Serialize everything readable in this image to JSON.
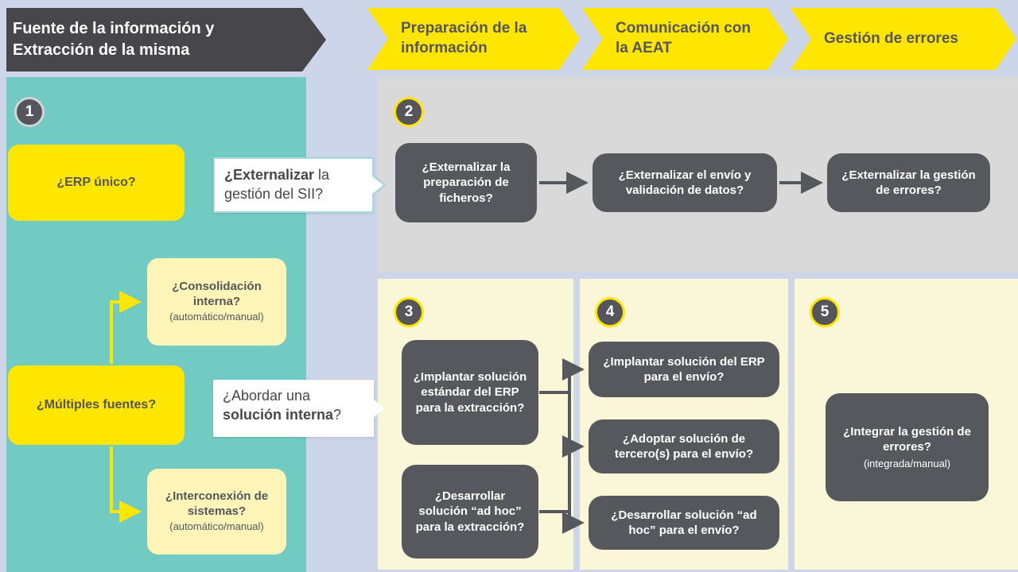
{
  "header": {
    "source_banner": {
      "line1": "Fuente de la información y",
      "line2": "Extracción de la misma"
    },
    "steps": [
      "Preparación de la información",
      "Comunicación con la AEAT",
      "Gestión de errores"
    ]
  },
  "source_panel": {
    "badge": "1",
    "erp_box": "¿ERP único?",
    "consolidation_box": {
      "title": "¿Consolidación interna?",
      "note": "(automático/manual)"
    },
    "multiple_sources_box": "¿Múltiples fuentes?",
    "interconnection_box": {
      "title": "¿Interconexión de sistemas?",
      "note": "(automático/manual)"
    }
  },
  "callouts": {
    "externalize": {
      "bold": "¿Externalizar",
      "rest": " la gestión del SII?"
    },
    "internal": {
      "pre": "¿Abordar una ",
      "bold": "solución interna",
      "post": "?"
    }
  },
  "outsourcing_panel": {
    "badge": "2",
    "boxes": [
      "¿Externalizar la preparación de ficheros?",
      "¿Externalizar el envío y validación de datos?",
      "¿Externalizar la gestión de errores?"
    ]
  },
  "extraction_panel": {
    "badge": "3",
    "boxes": [
      "¿Implantar solución estándar del ERP para la extracción?",
      "¿Desarrollar solución “ad hoc” para la extracción?"
    ]
  },
  "sending_panel": {
    "badge": "4",
    "boxes": [
      "¿Implantar solución del ERP para el envío?",
      "¿Adoptar solución de tercero(s) para el envío?",
      "¿Desarrollar solución “ad hoc” para el envío?"
    ]
  },
  "errors_panel": {
    "badge": "5",
    "box": {
      "title": "¿Integrar la gestión de errores?",
      "note": "(integrada/manual)"
    }
  },
  "colors": {
    "background": "#CDD6E9",
    "teal_panel": "#71CBC3",
    "yellow": "#FFE600",
    "light_yellow_box": "#FDF5B8",
    "cream_panel": "#FAF6D8",
    "dark_gray": "#57585E",
    "banner_gray": "#47474B",
    "gray_panel": "#D9D9D9"
  }
}
